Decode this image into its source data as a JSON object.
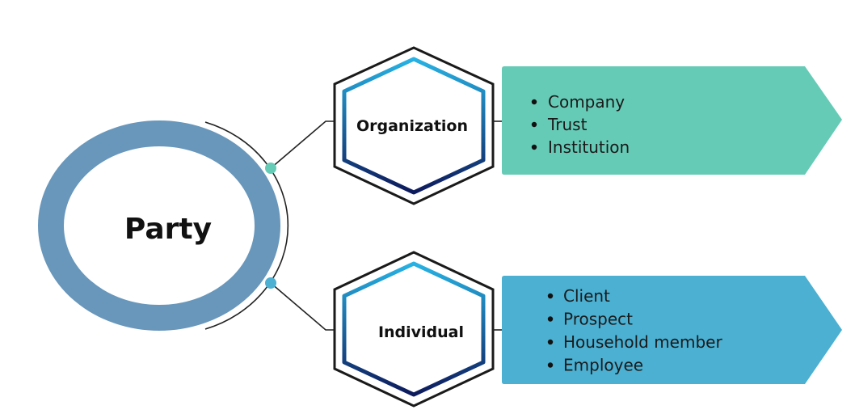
{
  "diagram": {
    "title": "Party",
    "colors": {
      "ring": "#6897bb",
      "org_accent": "#66cbb6",
      "ind_accent": "#4bb0d2",
      "hex_gradient_top": "#27b2e3",
      "hex_gradient_bottom": "#0d1a5c",
      "line": "#222222"
    },
    "branches": [
      {
        "label": "Organization",
        "items": [
          "Company",
          "Trust",
          "Institution"
        ]
      },
      {
        "label": "Individual",
        "items": [
          "Client",
          "Prospect",
          "Household member",
          "Employee"
        ]
      }
    ]
  }
}
